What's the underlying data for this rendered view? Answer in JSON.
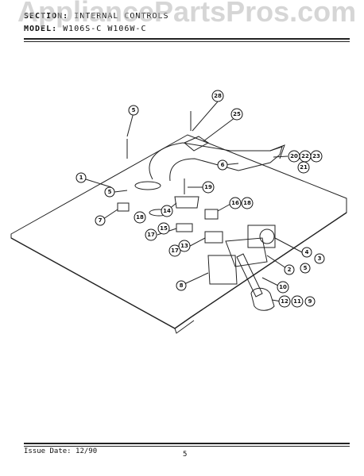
{
  "header": {
    "section_label": "SECTION:",
    "section_value": "INTERNAL CONTROLS",
    "model_label": "MODEL:",
    "model_value": "W106S-C W106W-C"
  },
  "watermark": "AppliancePartsPros.com",
  "footer": {
    "issue_label": "Issue Date:",
    "issue_date": "12/90",
    "page_number": "5"
  },
  "callouts": [
    {
      "id": "c28",
      "label": "28"
    },
    {
      "id": "c25",
      "label": "25"
    },
    {
      "id": "c5a",
      "label": "5"
    },
    {
      "id": "c6",
      "label": "6"
    },
    {
      "id": "c20",
      "label": "20"
    },
    {
      "id": "c22",
      "label": "22"
    },
    {
      "id": "c23",
      "label": "23"
    },
    {
      "id": "c21",
      "label": "21"
    },
    {
      "id": "c1",
      "label": "1"
    },
    {
      "id": "c19",
      "label": "19"
    },
    {
      "id": "c5b",
      "label": "5"
    },
    {
      "id": "c7",
      "label": "7"
    },
    {
      "id": "c14",
      "label": "14"
    },
    {
      "id": "c18a",
      "label": "18"
    },
    {
      "id": "c16",
      "label": "16"
    },
    {
      "id": "c18b",
      "label": "18"
    },
    {
      "id": "c17a",
      "label": "17"
    },
    {
      "id": "c15",
      "label": "15"
    },
    {
      "id": "c17b",
      "label": "17"
    },
    {
      "id": "c13",
      "label": "13"
    },
    {
      "id": "c4",
      "label": "4"
    },
    {
      "id": "c3",
      "label": "3"
    },
    {
      "id": "c2",
      "label": "2"
    },
    {
      "id": "c5c",
      "label": "5"
    },
    {
      "id": "c8",
      "label": "8"
    },
    {
      "id": "c10",
      "label": "10"
    },
    {
      "id": "c12",
      "label": "12"
    },
    {
      "id": "c11",
      "label": "11"
    },
    {
      "id": "c9",
      "label": "9"
    }
  ]
}
